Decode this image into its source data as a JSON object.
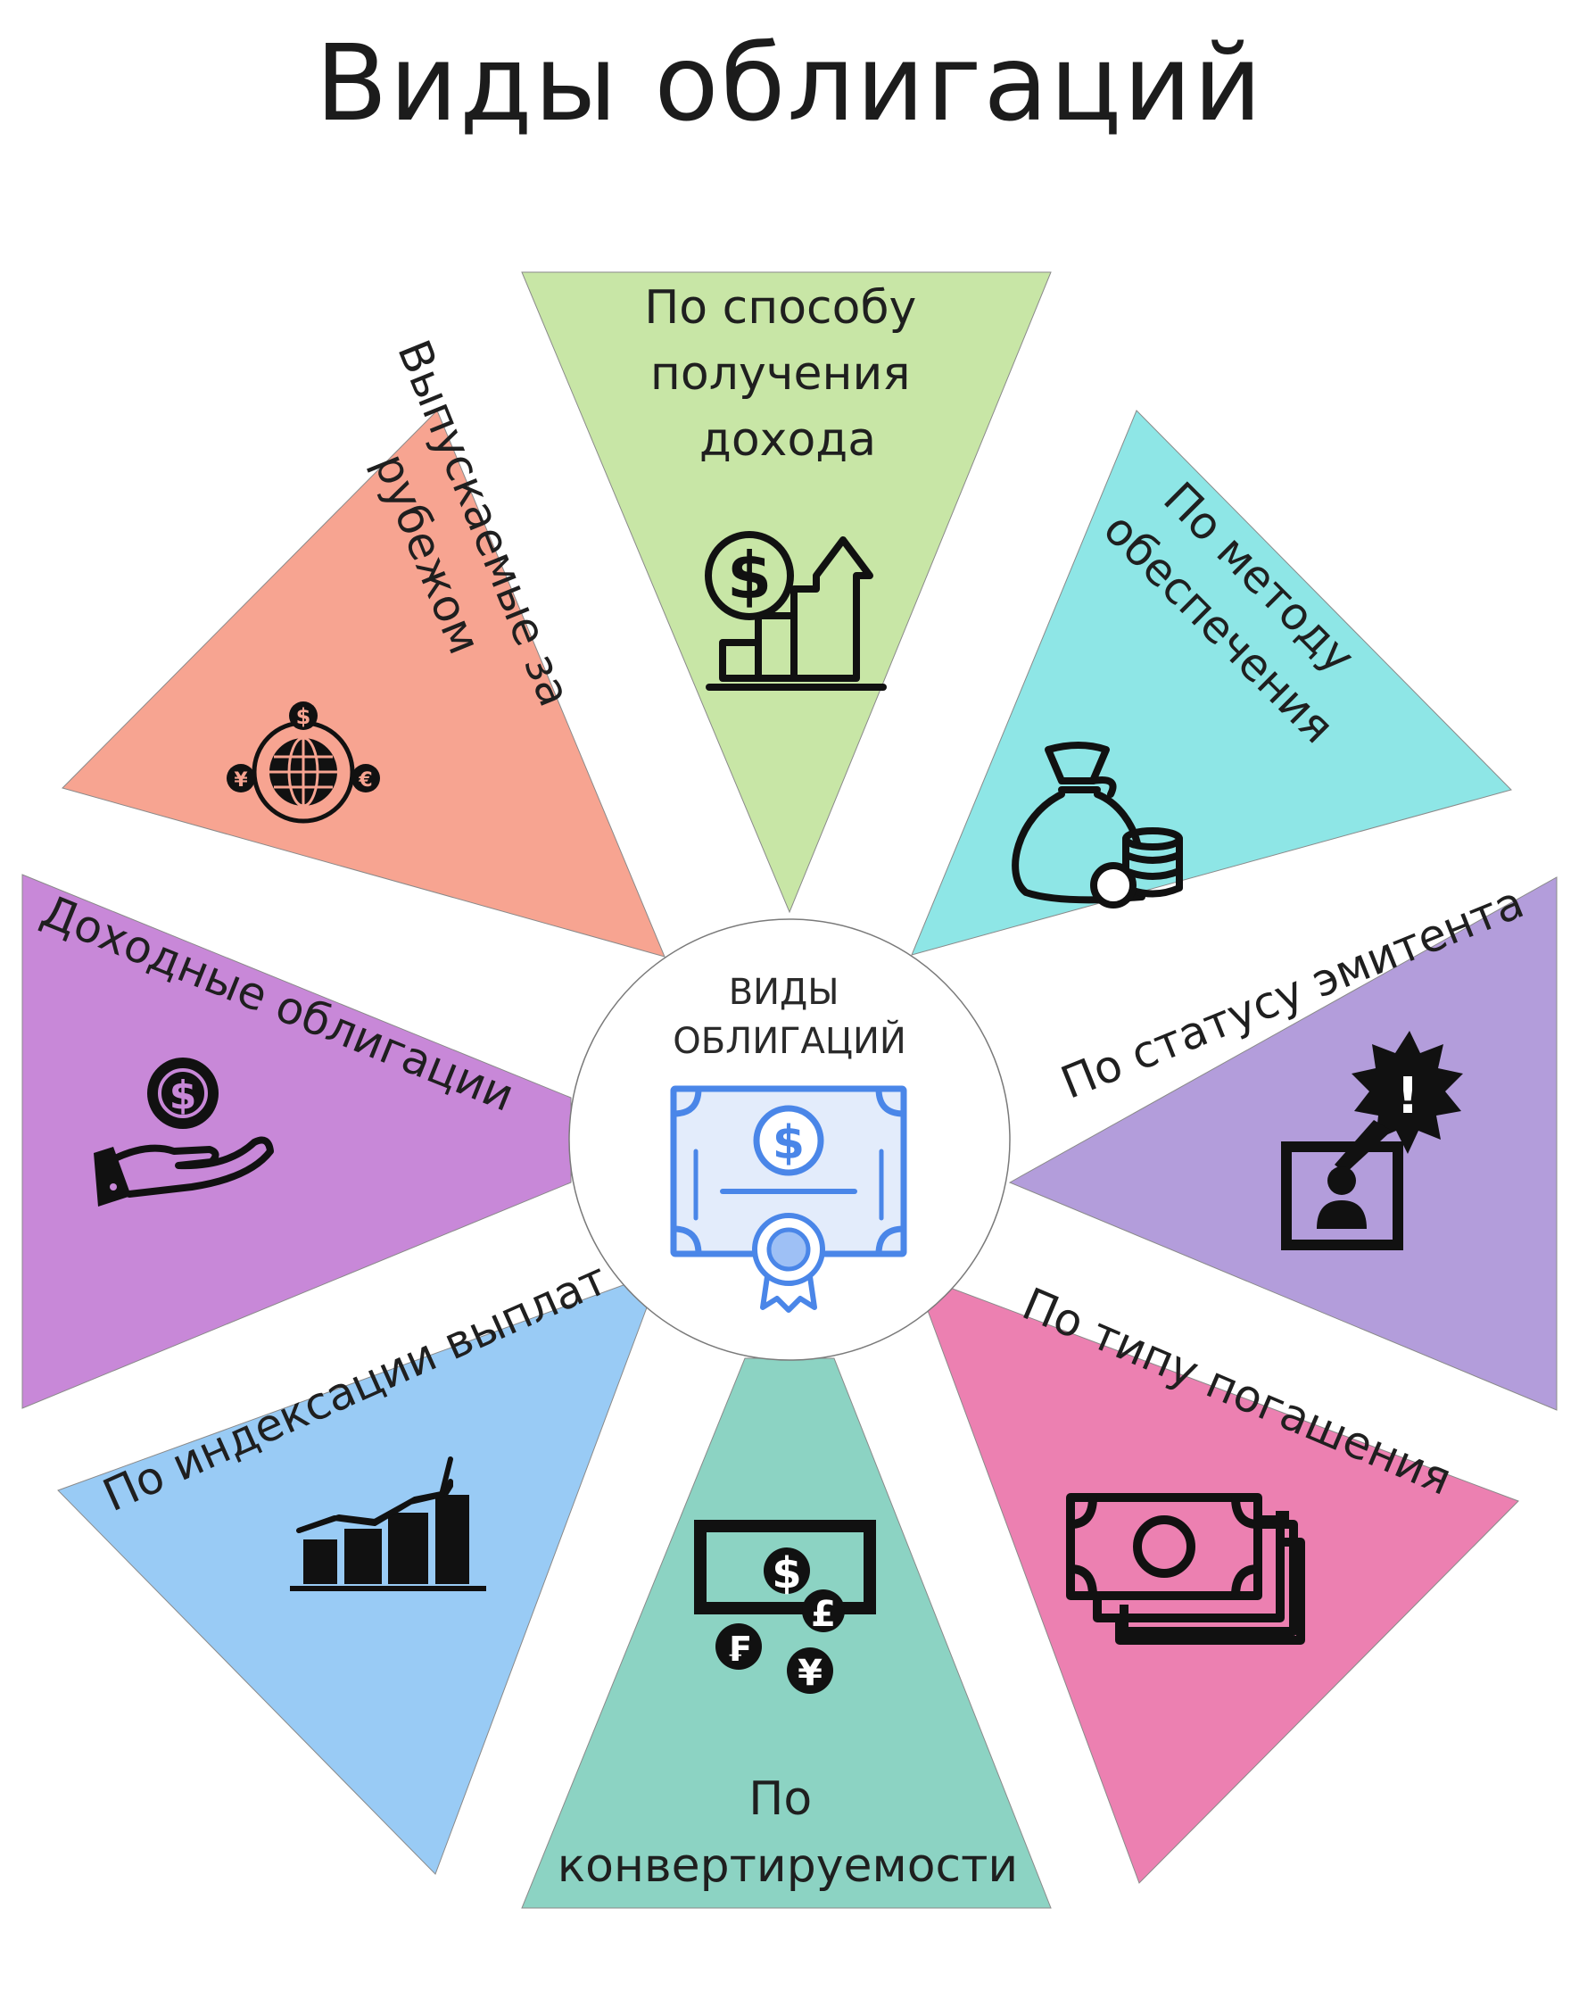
{
  "title": "Виды облигаций",
  "center": {
    "line1": "ВИДЫ",
    "line2": "ОБЛИГАЦИЙ",
    "icon": "bond-certificate-icon"
  },
  "segments": [
    {
      "id": "income-method",
      "lines": [
        "По способу",
        "получения",
        "дохода"
      ],
      "color": "#c8e6a6",
      "icon": "dollar-growth-chart-icon"
    },
    {
      "id": "collateral",
      "lines": [
        "По методу",
        "обеспечения"
      ],
      "color": "#8ee6e6",
      "icon": "money-bag-coins-icon"
    },
    {
      "id": "issuer-status",
      "lines": [
        "По статусу эмитента"
      ],
      "color": "#b39ddb",
      "icon": "issuer-alert-icon"
    },
    {
      "id": "redemption-type",
      "lines": [
        "По типу погашения"
      ],
      "color": "#ec80b1",
      "icon": "banknotes-stack-icon"
    },
    {
      "id": "convertibility",
      "lines": [
        "По",
        "конвертируемости"
      ],
      "color": "#8cd3c3",
      "icon": "currency-exchange-icon"
    },
    {
      "id": "indexation",
      "lines": [
        "По индексации выплат"
      ],
      "color": "#99cbf5",
      "icon": "growth-bars-icon"
    },
    {
      "id": "income-bonds",
      "lines": [
        "Доходные облигации"
      ],
      "color": "#c888d8",
      "icon": "hand-coin-icon"
    },
    {
      "id": "foreign",
      "lines": [
        "Выпускаемые за",
        "рубежом"
      ],
      "color": "#f7a491",
      "icon": "globe-currencies-icon"
    }
  ]
}
